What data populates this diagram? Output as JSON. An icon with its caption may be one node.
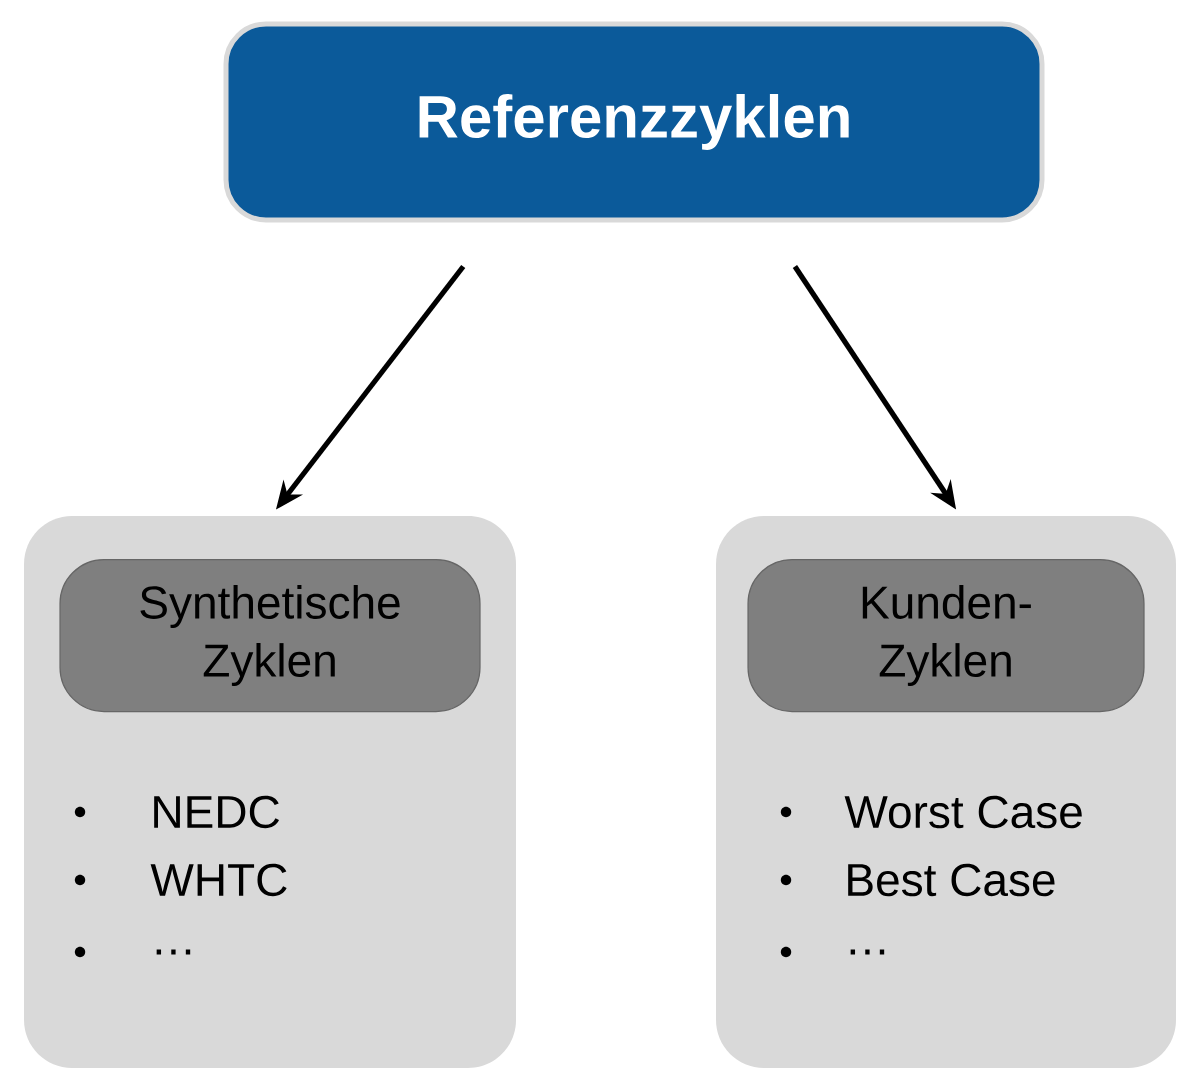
{
  "diagram": {
    "nodes": [
      {
        "text": [
          "Referenzzyklen"
        ]
      },
      {
        "text": [
          "NEDC",
          "WHTC",
          "…"
        ]
      },
      {
        "text": [
          "Synthetische Zyklen"
        ],
        "in": 1
      },
      {
        "text": [
          "Worst Case",
          "Best Case",
          "…"
        ]
      },
      {
        "text": [
          "Kunden-Zyklen"
        ],
        "in": 3
      }
    ],
    "edges": [
      {
        "from": 0,
        "to": 1,
        "arrow": "to"
      },
      {
        "from": 0,
        "to": 3,
        "arrow": "to"
      }
    ]
  }
}
